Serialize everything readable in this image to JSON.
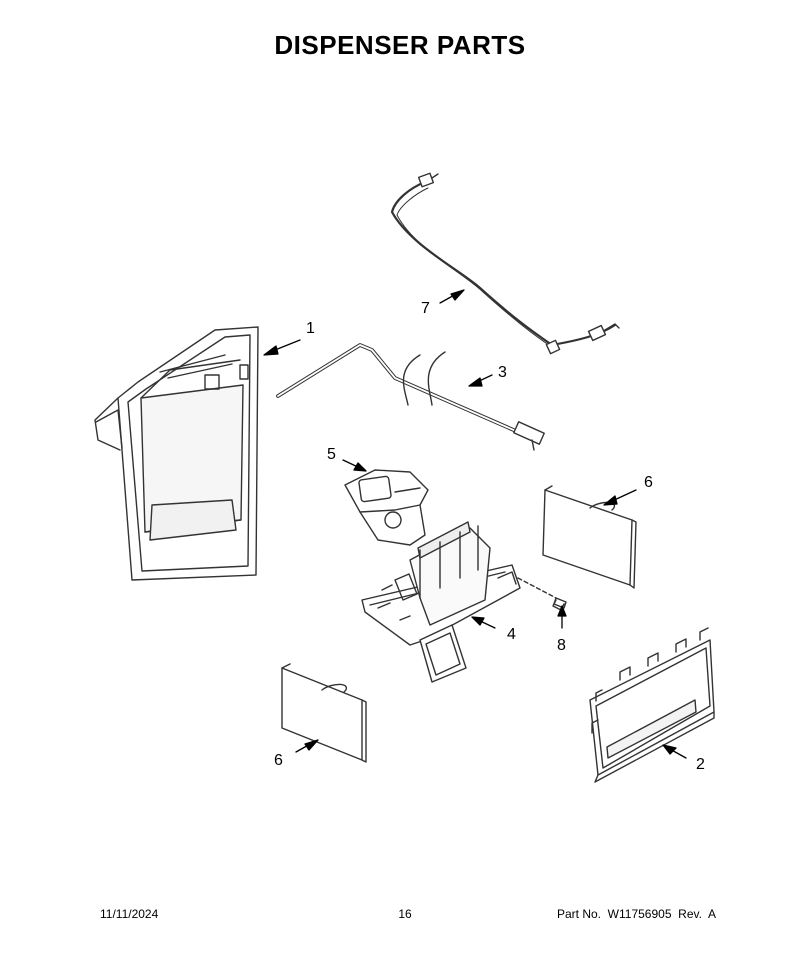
{
  "title": "DISPENSER PARTS",
  "callouts": [
    "1",
    "2",
    "3",
    "4",
    "5",
    "6",
    "6",
    "7",
    "8"
  ],
  "footer": {
    "date": "11/11/2024",
    "page": "16",
    "part_label": "Part No.",
    "part_number": "W11756905",
    "rev_label": "Rev.",
    "rev": "A"
  }
}
